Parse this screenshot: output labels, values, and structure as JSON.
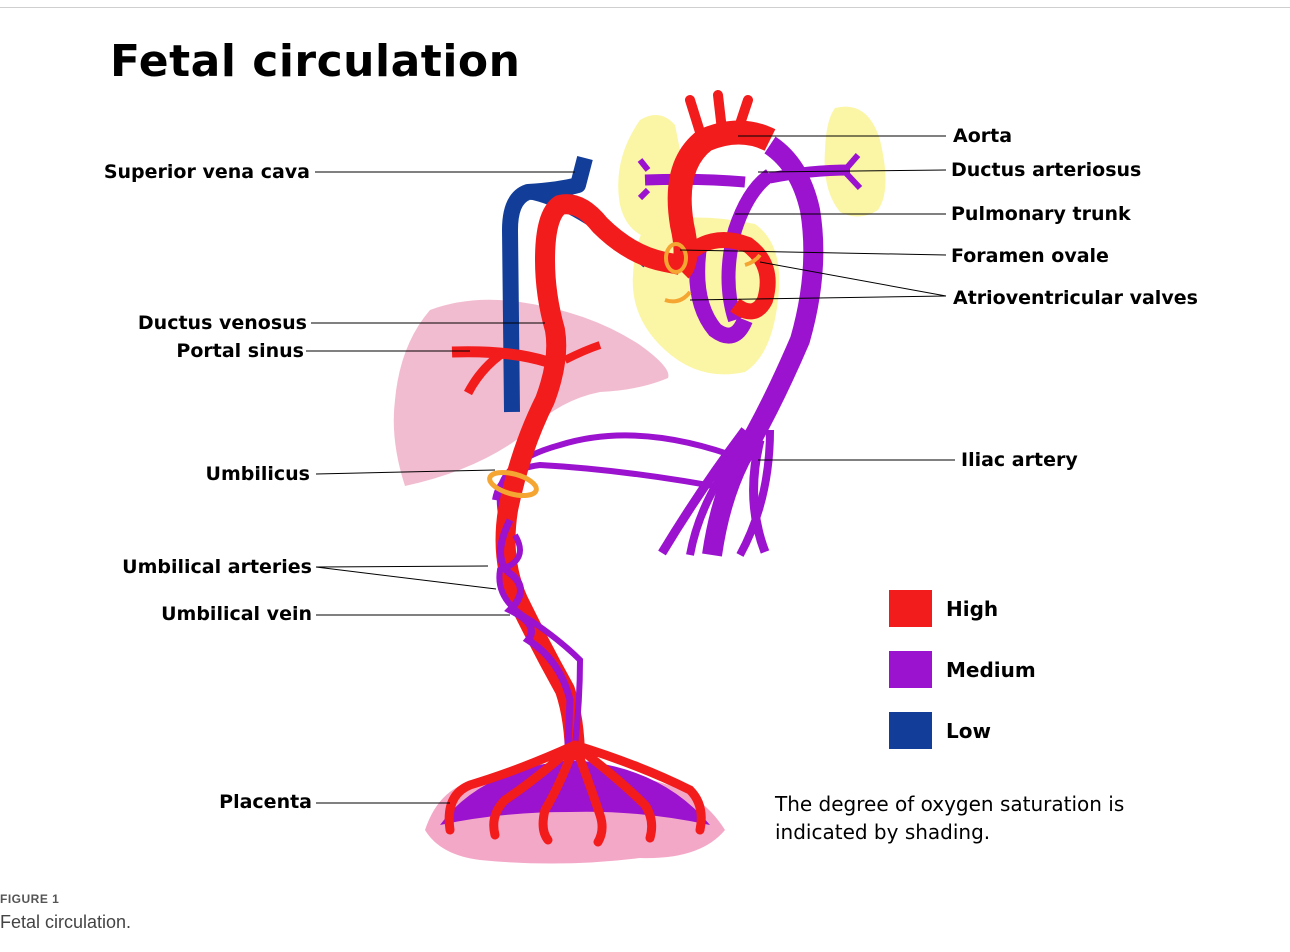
{
  "title": "Fetal circulation",
  "labels": {
    "superior_vena_cava": "Superior vena cava",
    "ductus_venosus": "Ductus venosus",
    "portal_sinus": "Portal sinus",
    "umbilicus": "Umbilicus",
    "umbilical_arteries": "Umbilical arteries",
    "umbilical_vein": "Umbilical vein",
    "placenta": "Placenta",
    "aorta": "Aorta",
    "ductus_arteriosus": "Ductus arteriosus",
    "pulmonary_trunk": "Pulmonary trunk",
    "foramen_ovale": "Foramen ovale",
    "atrioventricular_valves": "Atrioventricular valves",
    "iliac_artery": "Iliac artery"
  },
  "legend": [
    {
      "label": "High",
      "color": "#f21c1c"
    },
    {
      "label": "Medium",
      "color": "#9b12cf"
    },
    {
      "label": "Low",
      "color": "#123e9a"
    }
  ],
  "note": "The degree of  oxygen saturation is indicated by shading.",
  "figure": {
    "tag": "FIGURE 1",
    "caption": "Fetal circulation."
  },
  "colors": {
    "high": "#f21c1c",
    "medium": "#9b12cf",
    "low": "#123e9a",
    "liver": "#f2bcd0",
    "lung": "#fbf6a6",
    "valve": "#f5a531",
    "placenta_tissue": "#f4a8c8"
  }
}
